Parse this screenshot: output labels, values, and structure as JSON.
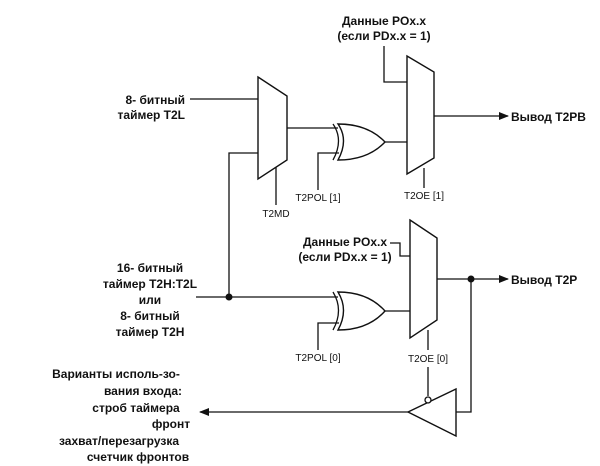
{
  "top_data": {
    "line1": "Данные POx.x",
    "line2": "(если PDx.x = 1)"
  },
  "mid_data": {
    "line1": "Данные POx.x",
    "line2": "(если PDx.x = 1)"
  },
  "timer8_low": {
    "line1": "8- битный",
    "line2": "таймер T2L"
  },
  "timer16": {
    "line1": "16- битный",
    "line2": "таймер T2H:T2L",
    "line3": "или",
    "line4": "8- битный",
    "line5": "таймер T2H"
  },
  "outputs": {
    "t2pb": "Вывод T2PB",
    "t2p": "Вывод T2P"
  },
  "signals": {
    "t2md": "T2MD",
    "t2pol1": "T2POL [1]",
    "t2oe1": "T2OE [1]",
    "t2pol0": "T2POL [0]",
    "t2oe0": "T2OE [0]"
  },
  "input_modes": {
    "line1": "Варианты исполь-зо-",
    "line2": "вания входа:",
    "line3": "строб таймера",
    "line4": "фронт",
    "line5": "захват/перезагрузка",
    "line6": "счетчик фронтов"
  }
}
